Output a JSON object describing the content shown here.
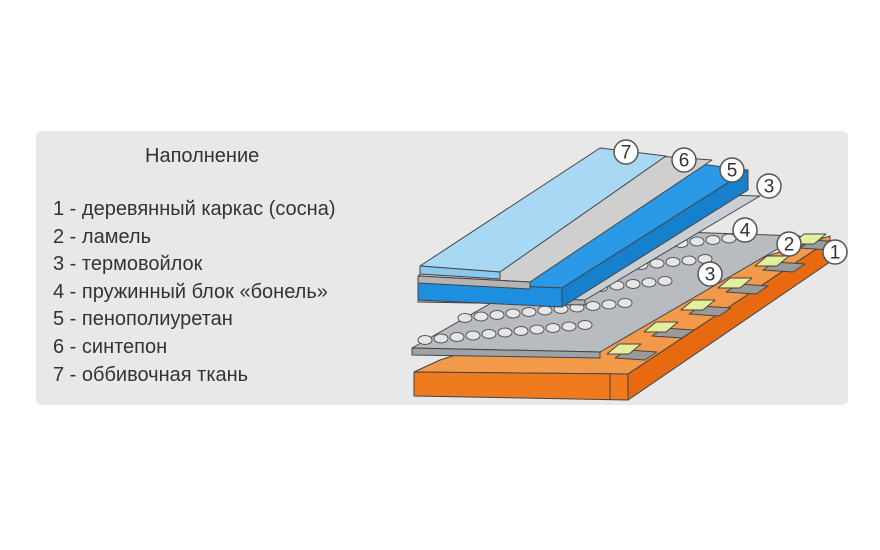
{
  "title": "Наполнение",
  "legend": [
    "1 - деревянный каркас (сосна)",
    "2 - ламель",
    "3 - термовойлок",
    "4 - пружинный блок «бонель»",
    "5 - пенополиуретан",
    "6 - синтепон",
    "7 - оббивочная ткань"
  ],
  "callouts": [
    "7",
    "6",
    "5",
    "3",
    "4",
    "2",
    "1",
    "3"
  ],
  "colors": {
    "frame": "#f07a1e",
    "slat": "#9a9a9a",
    "felt_pad": "#e4ee9c",
    "foam": "#1e8fe0",
    "batting": "#c4c4c4",
    "fabric": "#a9d8f5",
    "panel": "#e8e8e8"
  }
}
